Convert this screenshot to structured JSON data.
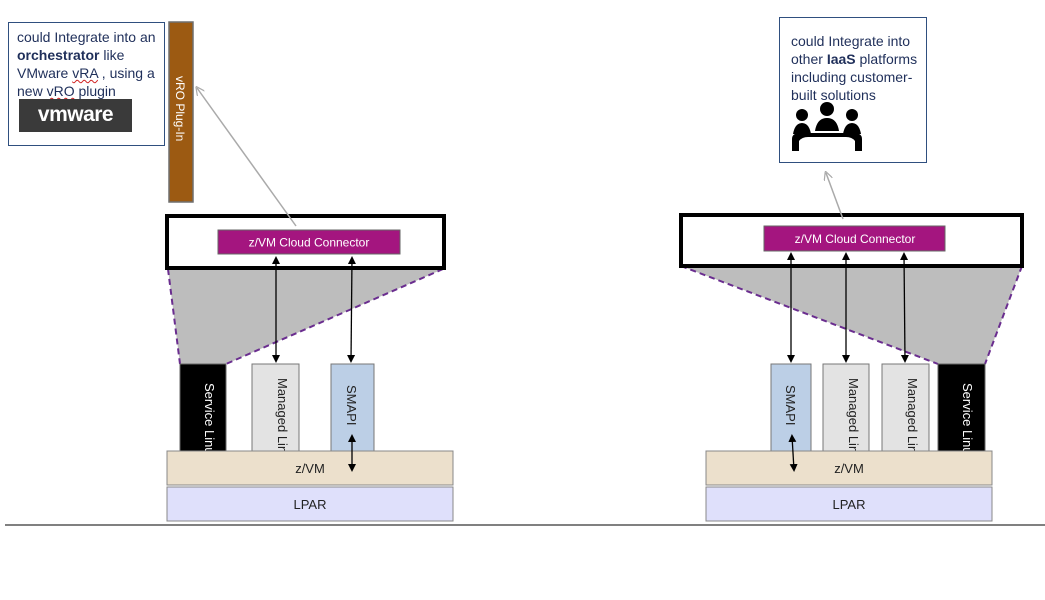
{
  "left": {
    "callout": {
      "line1": "could Integrate into an",
      "bold": "orchestrator",
      "line2_rest": " like",
      "line3a": "VMware ",
      "line3b": "vRA",
      "line3c": " , using a",
      "line4a": "new ",
      "line4b": "vRO",
      "line4c": " plugin"
    },
    "logo_text": "vmware",
    "plugin_label": "vRO Plug-In",
    "connector_label": "z/VM Cloud Connector",
    "service_linux": "Service Linux",
    "managed_linux": "Managed Linux",
    "smapi": "SMAPI",
    "zvm": "z/VM",
    "lpar": "LPAR"
  },
  "right": {
    "callout": {
      "line1": "could Integrate into",
      "line2a": "other ",
      "bold": "IaaS",
      "line2b": " platforms",
      "line3": "including customer-",
      "line4": "built solutions"
    },
    "people_icon": "people-group-icon",
    "connector_label": "z/VM Cloud Connector",
    "smapi": "SMAPI",
    "managed_linux_1": "Managed Linux",
    "managed_linux_2": "Managed Linux",
    "service_linux": "Service Linux",
    "zvm": "z/VM",
    "lpar": "LPAR"
  },
  "colors": {
    "connector": "#a4157f",
    "plugin": "#9c5a12",
    "zvm": "#ece0cc",
    "lpar": "#dfe0fb",
    "smapi": "#bccfe6",
    "managed": "#e3e3e3",
    "service": "#000000",
    "trapezoid": "#bdbdbd",
    "dashed": "#6a2d8f"
  }
}
